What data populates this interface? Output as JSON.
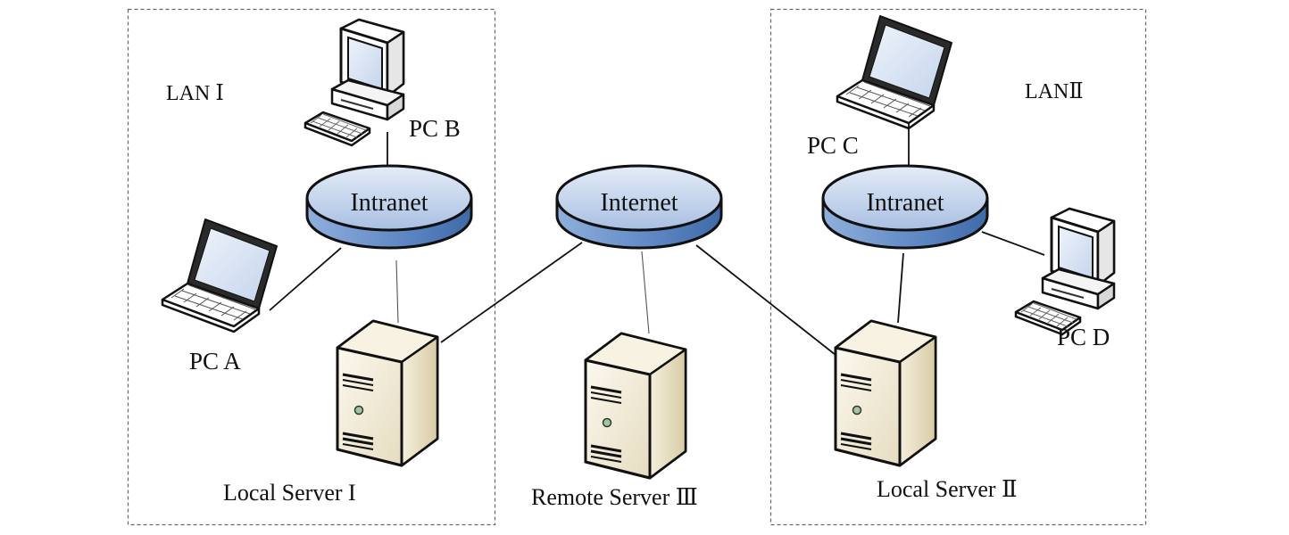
{
  "lans": [
    {
      "label": "LAN Ⅰ"
    },
    {
      "label": "LANⅡ"
    }
  ],
  "networks": {
    "intranet_1": "Intranet",
    "internet": "Internet",
    "intranet_2": "Intranet"
  },
  "pcs": {
    "pc_a": "PC A",
    "pc_b": "PC B",
    "pc_c": "PC C",
    "pc_d": "PC D"
  },
  "servers": {
    "local_1": "Local Server I",
    "remote": "Remote Server Ⅲ",
    "local_2": "Local Server Ⅱ"
  },
  "colors": {
    "network_top": "#c9d9f0",
    "network_side": "#5f86c4",
    "server_body": "#f2ecd9",
    "screen": "#dbe6f5"
  }
}
